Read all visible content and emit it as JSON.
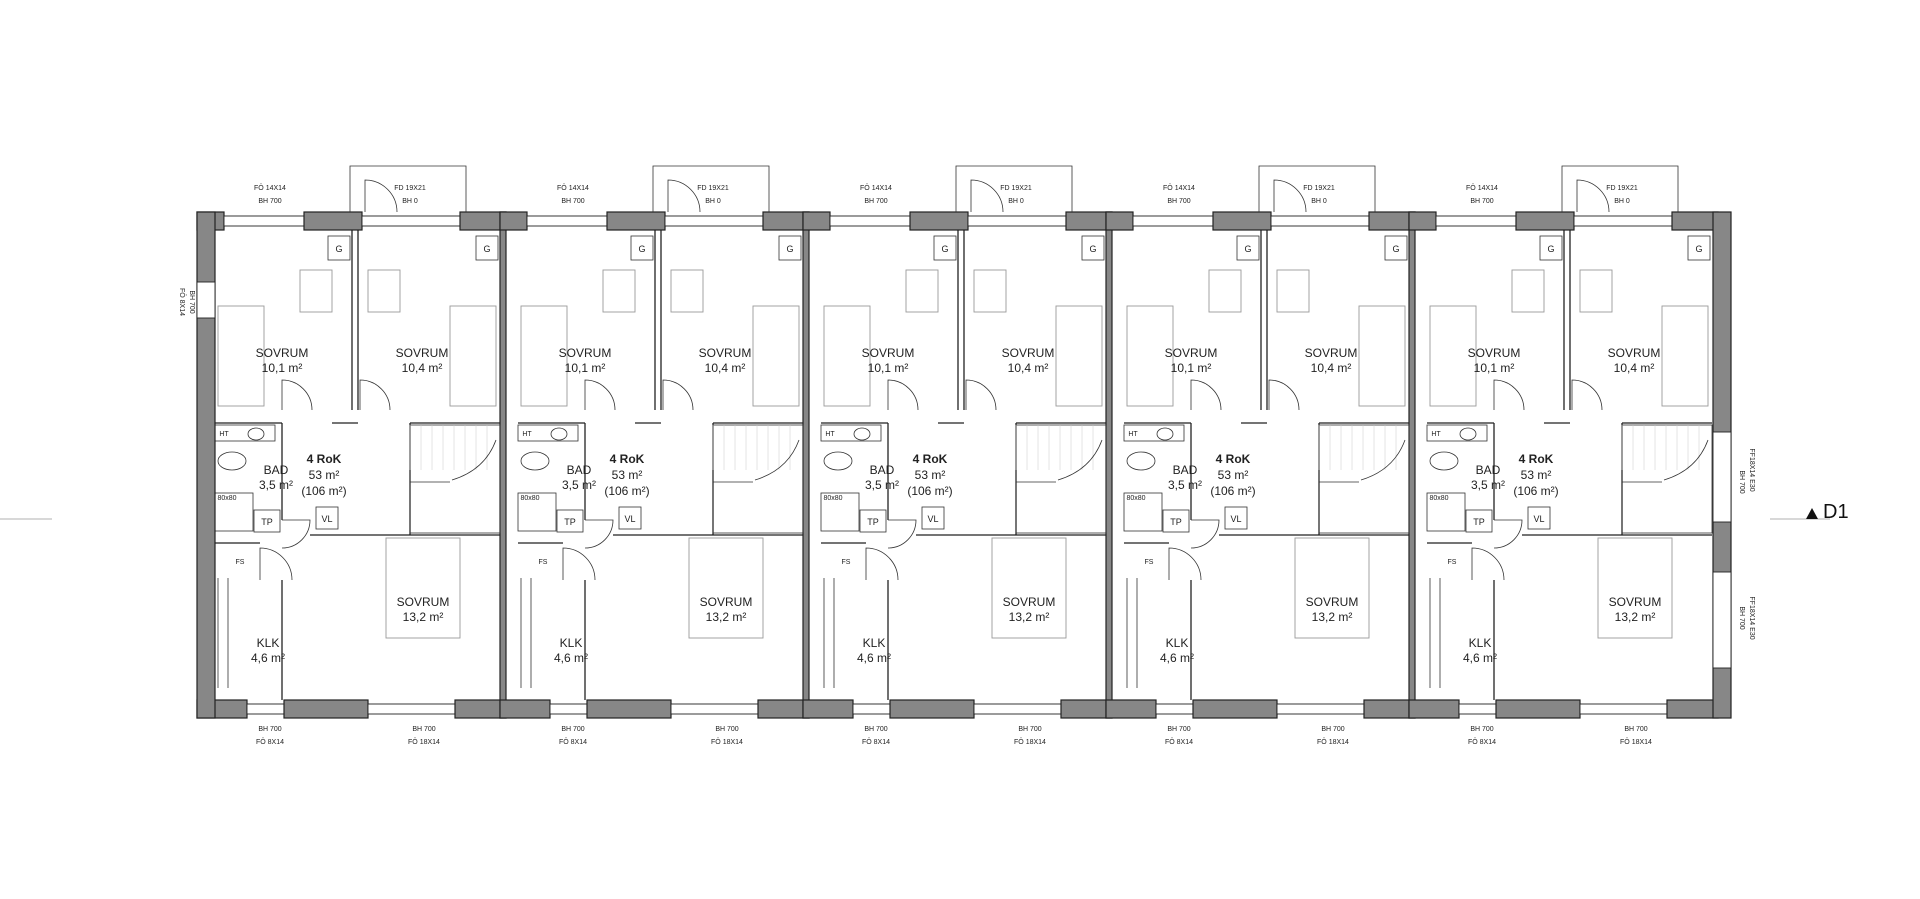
{
  "plan": {
    "section_marker": "D1",
    "units": [
      {
        "bedroom_left": {
          "name": "SOVRUM",
          "area": "10,1 m²"
        },
        "bedroom_right": {
          "name": "SOVRUM",
          "area": "10,4 m²"
        },
        "bath": {
          "name": "BAD",
          "area": "3,5 m²"
        },
        "apartment": {
          "type": "4 RoK",
          "area": "53 m²",
          "total": "(106 m²)"
        },
        "bedroom_main": {
          "name": "SOVRUM",
          "area": "13,2 m²"
        },
        "closet": {
          "name": "KLK",
          "area": "4,6 m²"
        }
      },
      {
        "bedroom_left": {
          "name": "SOVRUM",
          "area": "10,1 m²"
        },
        "bedroom_right": {
          "name": "SOVRUM",
          "area": "10,4 m²"
        },
        "bath": {
          "name": "BAD",
          "area": "3,5 m²"
        },
        "apartment": {
          "type": "4 RoK",
          "area": "53 m²",
          "total": "(106 m²)"
        },
        "bedroom_main": {
          "name": "SOVRUM",
          "area": "13,2 m²"
        },
        "closet": {
          "name": "KLK",
          "area": "4,6 m²"
        }
      },
      {
        "bedroom_left": {
          "name": "SOVRUM",
          "area": "10,1 m²"
        },
        "bedroom_right": {
          "name": "SOVRUM",
          "area": "10,4 m²"
        },
        "bath": {
          "name": "BAD",
          "area": "3,5 m²"
        },
        "apartment": {
          "type": "4 RoK",
          "area": "53 m²",
          "total": "(106 m²)"
        },
        "bedroom_main": {
          "name": "SOVRUM",
          "area": "13,2 m²"
        },
        "closet": {
          "name": "KLK",
          "area": "4,6 m²"
        }
      },
      {
        "bedroom_left": {
          "name": "SOVRUM",
          "area": "10,1 m²"
        },
        "bedroom_right": {
          "name": "SOVRUM",
          "area": "10,4 m²"
        },
        "bath": {
          "name": "BAD",
          "area": "3,5 m²"
        },
        "apartment": {
          "type": "4 RoK",
          "area": "53 m²",
          "total": "(106 m²)"
        },
        "bedroom_main": {
          "name": "SOVRUM",
          "area": "13,2 m²"
        },
        "closet": {
          "name": "KLK",
          "area": "4,6 m²"
        }
      },
      {
        "bedroom_left": {
          "name": "SOVRUM",
          "area": "10,1 m²"
        },
        "bedroom_right": {
          "name": "SOVRUM",
          "area": "10,4 m²"
        },
        "bath": {
          "name": "BAD",
          "area": "3,5 m²"
        },
        "apartment": {
          "type": "4 RoK",
          "area": "53 m²",
          "total": "(106 m²)"
        },
        "bedroom_main": {
          "name": "SOVRUM",
          "area": "13,2 m²"
        },
        "closet": {
          "name": "KLK",
          "area": "4,6 m²"
        }
      }
    ],
    "unit_labels": {
      "wardrobe": "G",
      "washer": "HT",
      "shower": "80x80",
      "dryer": "TP",
      "storage": "VL",
      "linen": "FS"
    },
    "openings": {
      "top_window": {
        "size": "FÖ 14X14",
        "sill": "BH 700"
      },
      "balcony_door": {
        "size": "FD 19X21",
        "sill": "BH 0"
      },
      "bottom_window_left": {
        "sill": "BH 700",
        "size": "FÖ 8X14"
      },
      "bottom_window_right": {
        "sill": "BH 700",
        "size": "FÖ 18X14"
      },
      "west_window": {
        "sill": "BH 700",
        "size": "FÖ 8X14"
      },
      "east_window_a": {
        "size": "FF18X14 E30",
        "sill": "BH 700"
      },
      "east_window_b": {
        "size": "FF18X14 E30",
        "sill": "BH 700"
      }
    }
  }
}
